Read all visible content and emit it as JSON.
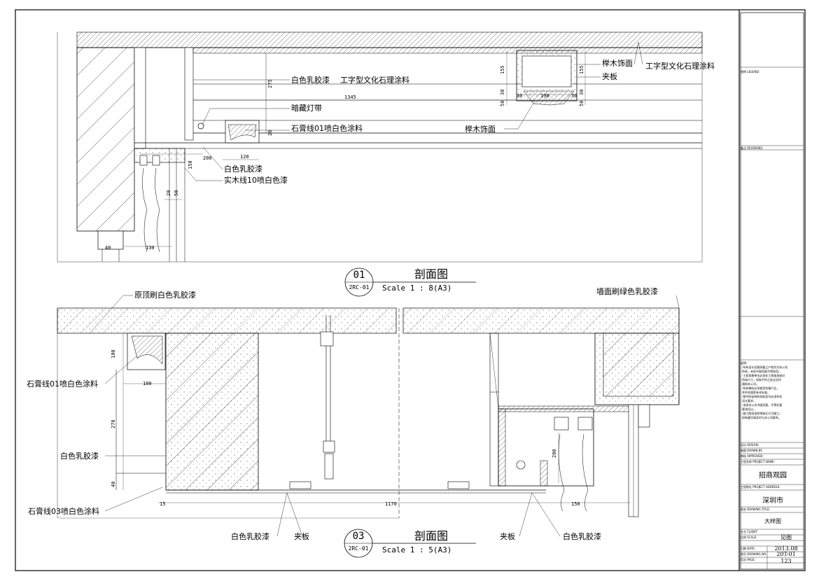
{
  "section_01": {
    "labels": {
      "latex_white_1": "白色乳胶漆",
      "culture_stone_1": "工字型文化石理涂料",
      "hidden_light": "暗藏灯带",
      "gypsum_01": "石膏线01喷白色涂料",
      "latex_white_2": "白色乳胶漆",
      "solid_wood_10": "实木线10喷白色漆",
      "beech_1": "榉木饰面",
      "culture_stone_2": "工字型文化石理涂料",
      "plywood": "夹板",
      "beech_2": "榉木饰面"
    },
    "dims": {
      "d275": "275",
      "d1345": "1345",
      "d20": "20",
      "d200": "200",
      "d120": "120",
      "d150": "150",
      "d20b": "20",
      "d50": "50",
      "d130": "130",
      "d40": "40",
      "d155a": "155",
      "d155b": "155",
      "d30a": "30",
      "d50a": "50",
      "d30b": "30",
      "d50b": "50",
      "d190": "190",
      "d30c": "30",
      "d30d": "30"
    },
    "bubble_number": "01",
    "bubble_ref": "2RC-01",
    "title": "剖面图",
    "scale": "Scale 1 : 8(A3)"
  },
  "section_03": {
    "labels": {
      "ceiling_latex": "原顶刷白色乳胶漆",
      "wall_green": "墙面刷绿色乳胶漆",
      "gypsum_01": "石膏线01喷白色涂料",
      "latex_white": "白色乳胶漆",
      "gypsum_03": "石膏线03喷白色涂料",
      "bottom_latex_1": "白色乳胶漆",
      "bottom_plywood_1": "夹板",
      "bottom_plywood_2": "夹板",
      "bottom_latex_2": "白色乳胶漆"
    },
    "dims": {
      "d100v": "100",
      "d100h": "100",
      "d270": "270",
      "d40": "40",
      "d15": "15",
      "d1170": "1170",
      "d200": "200",
      "d150": "150"
    },
    "bubble_number": "03",
    "bubble_ref": "2RC-01",
    "title": "剖面图",
    "scale": "Scale 1 : 5(A3)"
  },
  "title_block": {
    "legend": "图例 LEGEND:",
    "revisions": "备注 REVISIONS:",
    "notes_heading": "说明:",
    "notes": [
      "·所有设计及图纸著之产权均为本公司",
      "所有，未经书面同意不得采用。",
      "·工程承建单位必须在工地现场核对",
      "所有尺寸，如有不符之处应及时",
      "通知本公司。",
      "·所有物料必须使用合格产品，",
      "并符合国家有关标准。",
      "·图中所标明的材料型号必须符合",
      "设计要求。",
      "·未经本公司书面同意，不得任意",
      "更改设计。",
      "·施工图纸须经审核后方可施工，",
      "如有疑问请及时与本公司联系。"
    ],
    "design_label": "设计 DESIGN:",
    "drawn_label": "制图 DRAWN BY:",
    "check_label": "审核 APPROVED:",
    "project_label": "工程名称 PROJECT NAME:",
    "project_value": "招商观园",
    "address_label": "工程地址 PROJECT ADDRESS:",
    "address_value": "深圳市",
    "drawing_title_label": "图名 DRAWING TITLE:",
    "drawing_title_value": "大样图",
    "client_label": "业主 CLIENT:",
    "scale_label": "比例 SCALE:",
    "scale_value": "见图",
    "date_label": "日期 DATE:",
    "date_value": "2013.08",
    "drawing_no_label": "图号 DRAWING NO:",
    "drawing_no_value": "20T-01",
    "page_label": "页次 PAGE:",
    "page_value": "123"
  }
}
